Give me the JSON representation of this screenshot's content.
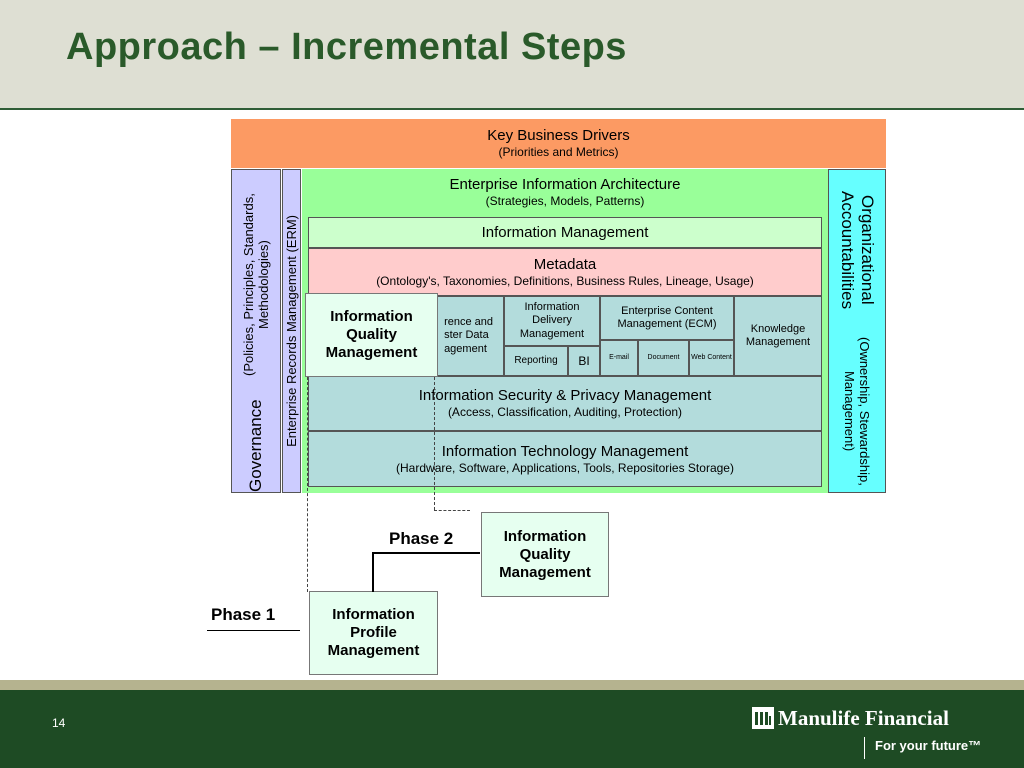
{
  "slide": {
    "title": "Approach – Incremental Steps",
    "page_number": "14",
    "brand": "Manulife Financial",
    "tagline": "For your future™",
    "colors": {
      "header_bg": "#dedfd3",
      "title": "#2a5a2a",
      "footer_bg": "#1e4b24",
      "footer_band": "#b5b38f"
    }
  },
  "diagram": {
    "drivers": {
      "title": "Key Business Drivers",
      "subtitle": "(Priorities and Metrics)"
    },
    "governance": {
      "title": "Governance",
      "subtitle": "(Policies, Principles, Standards, Methodologies)"
    },
    "erm": {
      "title": "Enterprise Records Management (ERM)"
    },
    "org": {
      "title": "Organizational Accountabilities",
      "subtitle": "(Ownership, Stewardship, Management)"
    },
    "eia": {
      "title": "Enterprise Information Architecture",
      "subtitle": "(Strategies, Models, Patterns)"
    },
    "im": {
      "title": "Information Management"
    },
    "metadata": {
      "title": "Metadata",
      "subtitle": "(Ontology's, Taxonomies, Definitions, Business Rules, Lineage, Usage)"
    },
    "rmdm": {
      "title": "rence and\nster Data\nagement"
    },
    "idm": {
      "title": "Information Delivery Management",
      "reporting": "Reporting",
      "bi": "BI"
    },
    "ecm": {
      "title": "Enterprise Content Management (ECM)",
      "email": "E-mail",
      "document": "Document",
      "web": "Web Content"
    },
    "km": {
      "title": "Knowledge Management"
    },
    "security": {
      "title": "Information Security & Privacy Management",
      "subtitle": "(Access, Classification, Auditing, Protection)"
    },
    "it": {
      "title": "Information Technology Management",
      "subtitle": "(Hardware, Software, Applications, Tools, Repositories Storage)"
    },
    "iqm_overlay": {
      "title": "Information Quality Management"
    },
    "phase2": {
      "label": "Phase 2",
      "box": "Information Quality Management"
    },
    "phase1": {
      "label": "Phase 1",
      "box": "Information Profile Management"
    },
    "colors": {
      "drivers": "#fc9a63",
      "governance": "#ccccff",
      "eia": "#99ff99",
      "im": "#ccffcc",
      "metadata": "#ffcccc",
      "grid": "#b3dcdc",
      "org": "#66ffff",
      "iqm": "#e6fff0"
    }
  }
}
